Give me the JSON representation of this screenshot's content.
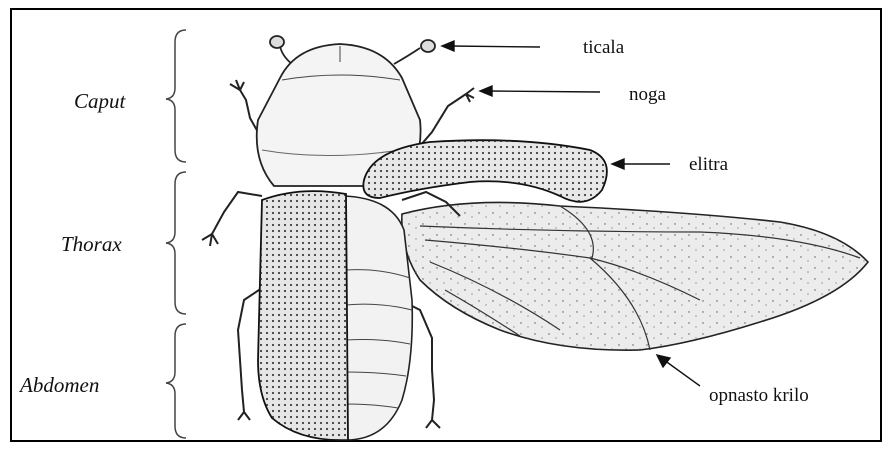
{
  "regions": {
    "caput": "Caput",
    "thorax": "Thorax",
    "abdomen": "Abdomen"
  },
  "parts": {
    "antenna": "ticala",
    "leg": "noga",
    "elytron": "elitra",
    "membranous_wing": "opnasto krilo"
  },
  "colors": {
    "ink": "#111111",
    "background": "#ffffff"
  }
}
